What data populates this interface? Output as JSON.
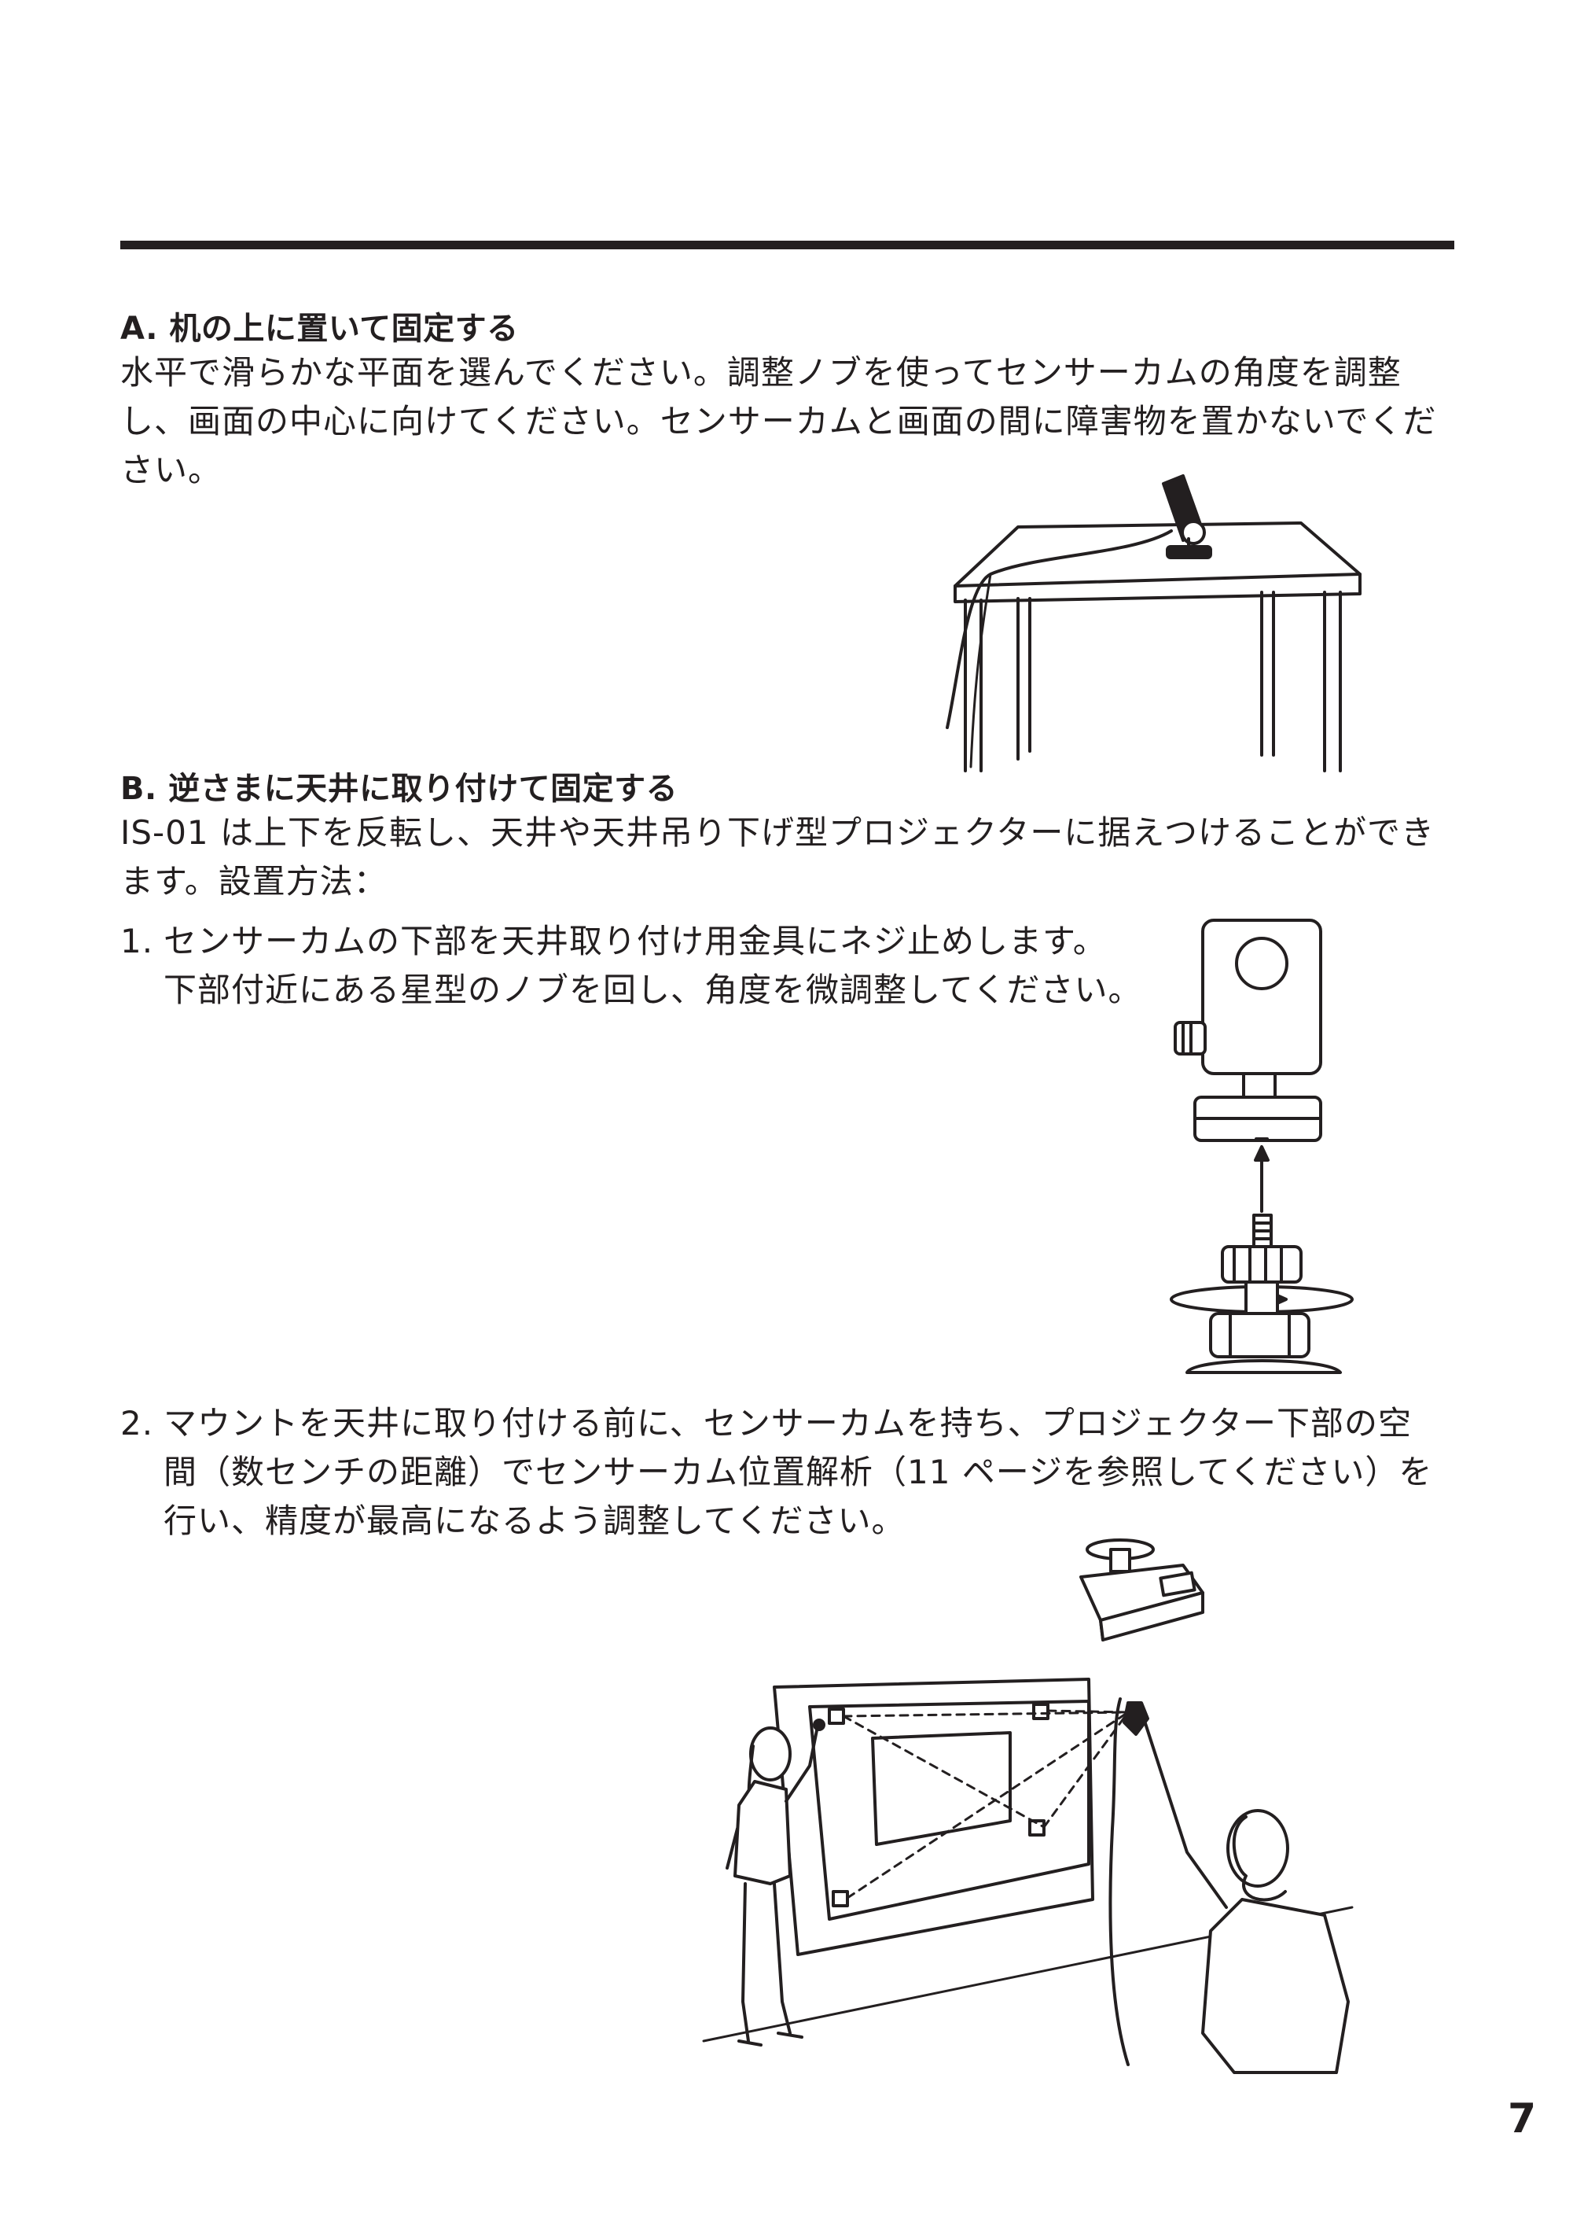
{
  "section_a": {
    "heading": "A. 机の上に置いて固定する",
    "lines": [
      "水平で滑らかな平面を選んでください。調整ノブを使ってセンサーカムの角度を調整",
      "し、画面の中心に向けてください。センサーカムと画面の間に障害物を置かないでくだ",
      "さい。"
    ]
  },
  "section_b": {
    "heading": "B. 逆さまに天井に取り付けて固定する",
    "lines": [
      "IS-01 は上下を反転し、天井や天井吊り下げ型プロジェクターに据えつけることができ",
      "ます。設置方法："
    ],
    "steps": [
      {
        "number": "1.",
        "lines": [
          "センサーカムの下部を天井取り付け用金具にネジ止めします。",
          "下部付近にある星型のノブを回し、角度を微調整してください。"
        ]
      },
      {
        "number": "2.",
        "lines": [
          "マウントを天井に取り付ける前に、センサーカムを持ち、プロジェクター下部の空",
          "間（数センチの距離）でセンサーカム位置解析（11 ページを参照してください）を",
          "行い、精度が最高になるよう調整してください。"
        ]
      }
    ]
  },
  "page_number": "7"
}
